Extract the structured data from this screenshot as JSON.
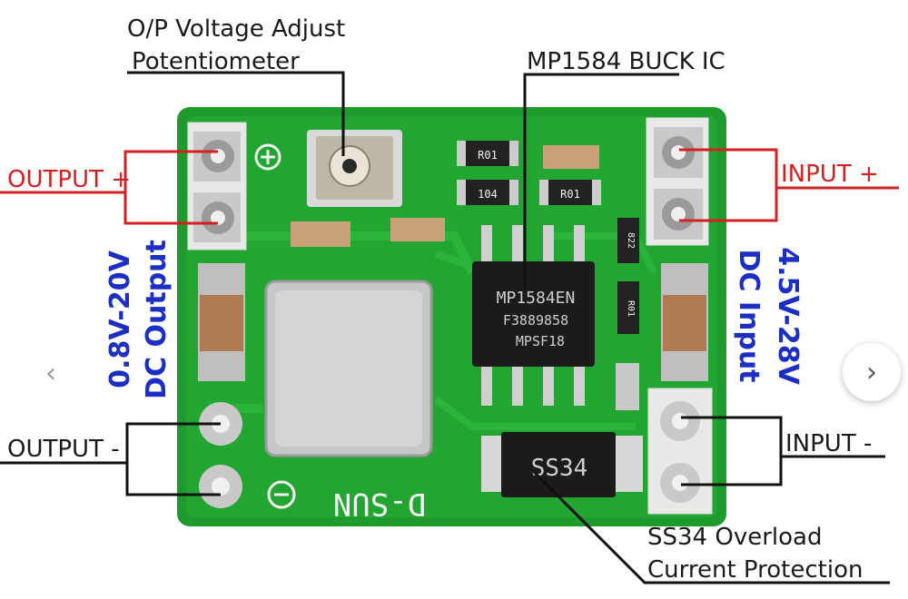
{
  "labels": {
    "pot_line1": "O/P Voltage Adjust",
    "pot_line2": "Potentiometer",
    "ic": "MP1584 BUCK IC",
    "output_plus": "OUTPUT +",
    "output_minus": "OUTPUT -",
    "input_plus": "INPUT +",
    "input_minus": "INPUT -",
    "output_range_line1": "0.8V-20V",
    "output_range_line2": "DC Output",
    "input_range_line1": "4.5V-28V",
    "input_range_line2": "DC Input",
    "diode_line1": "SS34 Overload",
    "diode_line2": "Current Protection"
  },
  "board": {
    "chip_text": [
      "MP1584EN",
      "F3889858",
      "MPSF18"
    ],
    "diode_text": "SS34",
    "silkscreen_brand": "D-SUN",
    "resistor_codes": [
      "R01",
      "104",
      "R01",
      "822",
      "R01"
    ]
  },
  "nav": {
    "prev_icon": "‹",
    "next_icon": "›"
  },
  "colors": {
    "pcb": "#1f9a2c",
    "callout_red": "#d42020",
    "blue_text": "#1c2fc4"
  }
}
